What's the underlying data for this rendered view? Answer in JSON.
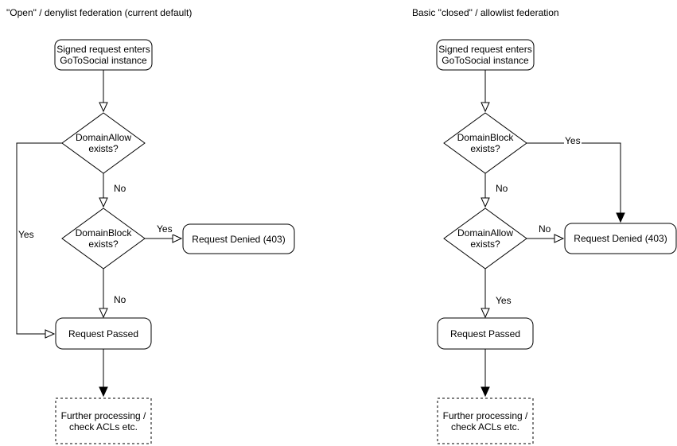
{
  "titles": {
    "left": "\"Open\" / denylist federation (current default)",
    "right": "Basic \"closed\" / allowlist federation"
  },
  "left": {
    "start": "Signed request enters\nGoToSocial instance",
    "decision1": "DomainAllow\nexists?",
    "decision1_no": "No",
    "decision1_yes": "Yes",
    "decision2": "DomainBlock\nexists?",
    "decision2_yes": "Yes",
    "decision2_no": "No",
    "denied": "Request Denied (403)",
    "passed": "Request Passed",
    "further": "Further processing /\ncheck ACLs etc."
  },
  "right": {
    "start": "Signed request enters\nGoToSocial instance",
    "decision1": "DomainBlock\nexists?",
    "decision1_yes": "Yes",
    "decision1_no": "No",
    "decision2": "DomainAllow\nexists?",
    "decision2_no": "No",
    "decision2_yes": "Yes",
    "denied": "Request Denied (403)",
    "passed": "Request Passed",
    "further": "Further processing /\ncheck ACLs etc."
  },
  "colors": {
    "stroke": "#000000",
    "text": "#000000",
    "background": "#ffffff"
  }
}
